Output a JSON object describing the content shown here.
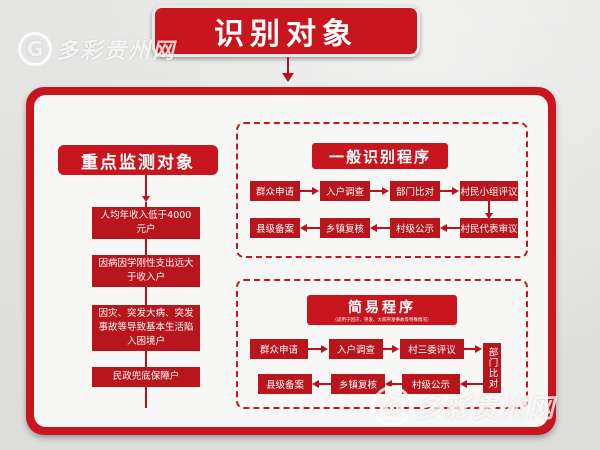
{
  "title": "识别对象",
  "left_column": {
    "header": "重点监测对象",
    "items": [
      "人均年收入低于4000元户",
      "因病因学刚性支出远大于收入户",
      "因灾、突发大病、突发事故等导致基本生活陷入困境户",
      "民政兜底保障户"
    ]
  },
  "general_procedure": {
    "title": "一般识别程序",
    "row1": [
      "群众申请",
      "入户调查",
      "部门比对",
      "村民小组评议"
    ],
    "row2": [
      "县级备案",
      "乡镇复核",
      "村级公示",
      "村民代表审议"
    ]
  },
  "simple_procedure": {
    "title": "简易程序",
    "subtitle": "（适用于因灾、突发、大病突发事故等特殊情况）",
    "row1": [
      "群众申请",
      "入户调查",
      "村三委评议"
    ],
    "side": "部门比对",
    "row2": [
      "县级备案",
      "乡镇复核",
      "村级公示"
    ]
  },
  "watermark": {
    "logo": "G",
    "text": "多彩贵州网"
  },
  "colors": {
    "brand_red": "#c9151e",
    "board_white": "#f7f7f5"
  }
}
